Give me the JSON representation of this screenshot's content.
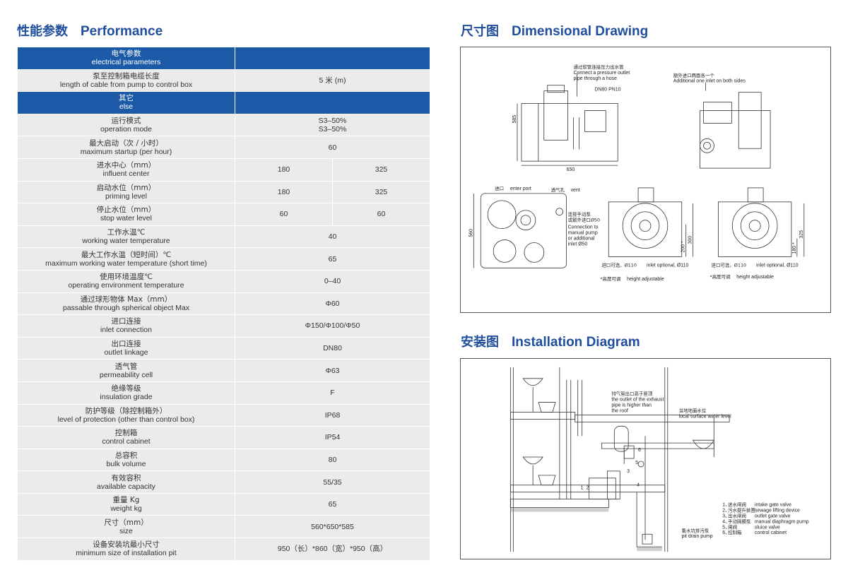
{
  "performance": {
    "title_zh": "性能参数",
    "title_en": "Performance",
    "rows": [
      {
        "header": true,
        "zh": "电气参数",
        "en": "electrical parameters",
        "values": [
          ""
        ]
      },
      {
        "zh": "泵至控制箱电缆长度",
        "en": "length of cable from pump to control box",
        "values": [
          "5 米 (m)"
        ]
      },
      {
        "header": true,
        "zh": "其它",
        "en": "else",
        "values": [
          ""
        ]
      },
      {
        "zh": "运行模式",
        "en": "operation mode",
        "values": [
          "S3–50%\nS3–50%"
        ]
      },
      {
        "zh": "最大启动（次 / 小时）",
        "en": "maximum startup (per hour)",
        "values": [
          "60"
        ]
      },
      {
        "zh": "进水中心（mm）",
        "en": "influent center",
        "values": [
          "180",
          "325"
        ]
      },
      {
        "zh": "启动水位（mm）",
        "en": "priming level",
        "values": [
          "180",
          "325"
        ]
      },
      {
        "zh": "停止水位（mm）",
        "en": "stop water level",
        "values": [
          "60",
          "60"
        ]
      },
      {
        "zh": "工作水温℃",
        "en": "working water temperature",
        "values": [
          "40"
        ]
      },
      {
        "zh": "最大工作水温（短时间）℃",
        "en": "maximum working water temperature (short time)",
        "values": [
          "65"
        ]
      },
      {
        "zh": "使用环境温度℃",
        "en": "operating environment temperature",
        "values": [
          "0–40"
        ]
      },
      {
        "zh": "通过球形物体 Max（mm）",
        "en": "passable through spherical object Max",
        "values": [
          "Φ60"
        ]
      },
      {
        "zh": "进口连接",
        "en": "inlet connection",
        "values": [
          "Φ150/Φ100/Φ50"
        ]
      },
      {
        "zh": "出口连接",
        "en": "outlet linkage",
        "values": [
          "DN80"
        ]
      },
      {
        "zh": "透气管",
        "en": "permeability cell",
        "values": [
          "Φ63"
        ]
      },
      {
        "zh": "绝缘等级",
        "en": "insulation grade",
        "values": [
          "F"
        ]
      },
      {
        "zh": "防护等级（除控制箱外）",
        "en": "level of protection (other than control box)",
        "values": [
          "IP68"
        ]
      },
      {
        "zh": "控制箱",
        "en": "control cabinet",
        "values": [
          "IP54"
        ]
      },
      {
        "zh": "总容积",
        "en": "bulk volume",
        "values": [
          "80"
        ]
      },
      {
        "zh": "有效容积",
        "en": "available capacity",
        "values": [
          "55/35"
        ]
      },
      {
        "zh": "重量 Kg",
        "en": "weight kg",
        "values": [
          "65"
        ]
      },
      {
        "zh": "尺寸（mm）",
        "en": "size",
        "values": [
          "560*650*585"
        ]
      },
      {
        "zh": "设备安装坑最小尺寸",
        "en": "minimum size of installation pit",
        "values": [
          "950（长）*860（宽）*950（高）"
        ]
      }
    ]
  },
  "dimensional": {
    "title_zh": "尺寸图",
    "title_en": "Dimensional Drawing",
    "labels": {
      "outlet_zh": "通过软管连接压力出水管",
      "outlet_en1": "Connect a pressure outlet",
      "outlet_en2": "pipe through a hose",
      "dn80": "DN80 PN10",
      "dim_585": "585",
      "dim_650": "650",
      "side_zh": "额外进口两面各一个",
      "side_en": "Additional one inlet on both sides",
      "enter_port_zh": "进口",
      "enter_port_en": "enter port",
      "vent_zh": "透气孔",
      "vent_en": "vent",
      "manual_zh1": "连接手动泵",
      "manual_zh2": "或额外进口Ø50",
      "manual_en1": "Connection to",
      "manual_en2": "manual pump",
      "manual_en3": "or additional",
      "manual_en4": "inlet Ø50",
      "dim_560": "560",
      "dim_200": "200 *",
      "dim_300": "300",
      "dim_180": "180 *",
      "dim_325": "325",
      "inlet_opt_zh": "进口可选，Ø110",
      "inlet_opt_en": "inlet optional, Ø110",
      "height_zh": "*高度可调",
      "height_en": "height adjustable"
    }
  },
  "installation": {
    "title_zh": "安装图",
    "title_en": "Installation Diagram",
    "labels": {
      "exhaust_zh": "排气管出口高于屋顶",
      "exhaust_en1": "the outlet of the exhaust",
      "exhaust_en2": "pipe is higher than",
      "exhaust_en3": "the roof",
      "surface_zh": "当地地面水位",
      "surface_en": "local surface water level",
      "pit_zh": "集水坑排污泵",
      "pit_en": "pit drain pump"
    },
    "legend": [
      {
        "n": "1、",
        "zh": "进水闸阀",
        "en": "intake gate valve"
      },
      {
        "n": "2、",
        "zh": "污水提升装置",
        "en": "sewage lifting device"
      },
      {
        "n": "3、",
        "zh": "出水闸阀",
        "en": "outlet gate valve"
      },
      {
        "n": "4、",
        "zh": "手动隔膜泵",
        "en": "manual diaphragm pump"
      },
      {
        "n": "5、",
        "zh": "闸阀",
        "en": "sluice valve"
      },
      {
        "n": "6、",
        "zh": "控制箱",
        "en": "control cabinet"
      }
    ],
    "markers": [
      "1",
      "2",
      "3",
      "4",
      "5",
      "6"
    ]
  }
}
